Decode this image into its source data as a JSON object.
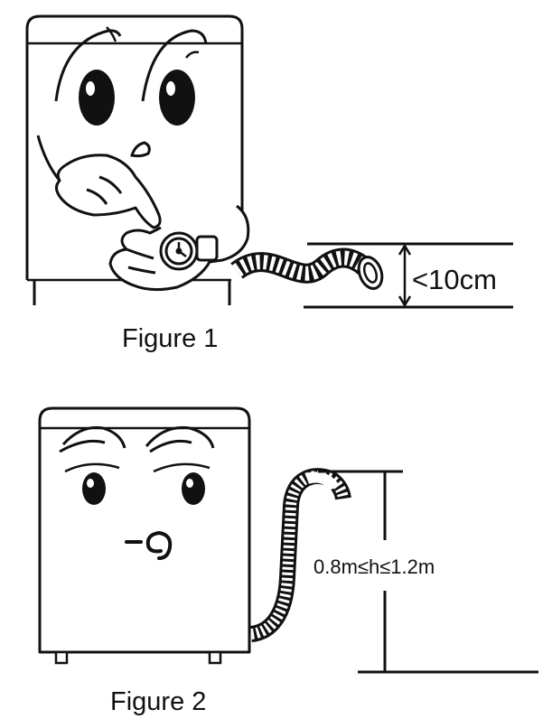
{
  "figure1": {
    "caption": "Figure 1",
    "height_label": "<10cm"
  },
  "figure2": {
    "caption": "Figure 2",
    "height_label": "0.8m≤h≤1.2m"
  },
  "colors": {
    "line": "#111111",
    "background": "#ffffff"
  }
}
